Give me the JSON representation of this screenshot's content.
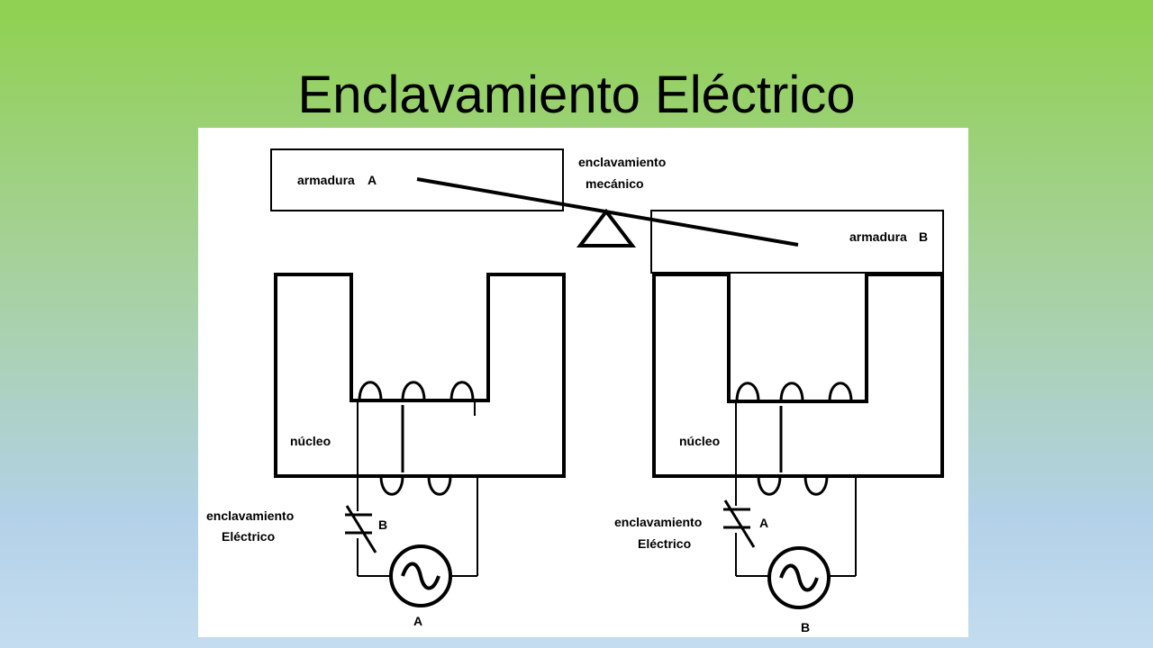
{
  "title": "Enclavamiento Eléctrico",
  "diagram": {
    "mechanical_interlock": {
      "line1": "enclavamiento",
      "line2": "mecánico"
    },
    "left": {
      "armature_label": "armadura",
      "armature_letter": "A",
      "core_label": "núcleo",
      "interlock_line1": "enclavamiento",
      "interlock_line2": "Eléctrico",
      "contact_letter": "B",
      "source_letter": "A"
    },
    "right": {
      "armature_label": "armadura",
      "armature_letter": "B",
      "core_label": "núcleo",
      "interlock_line1": "enclavamiento",
      "interlock_line2": "Eléctrico",
      "contact_letter": "A",
      "source_letter": "B"
    }
  }
}
